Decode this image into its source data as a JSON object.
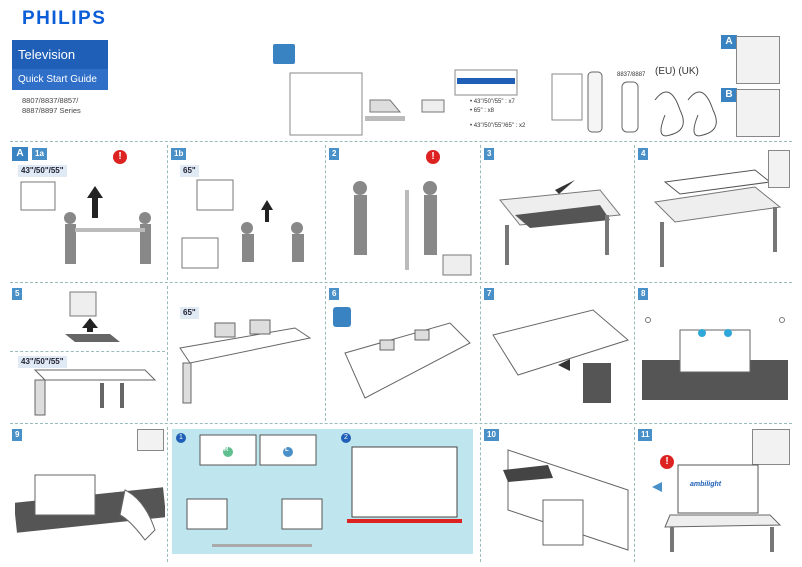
{
  "brand": {
    "logo": "PHILIPS",
    "product": "Television",
    "guide": "Quick Start Guide",
    "models": [
      "8807/8837/8857/",
      "8887/8897 Series"
    ]
  },
  "contents": {
    "screw_note_1": "• 43\"/50\"/55\" : x7",
    "screw_note_2": "• 65\" : x8",
    "screw_note_3": "• 43\"/50\"/55\"/65\" : x2",
    "remote_label": "8837/8887",
    "region": "(EU) (UK)"
  },
  "variants": {
    "a": "A",
    "b": "B"
  },
  "steps": {
    "a": "A",
    "s1a": "1a",
    "s1b": "1b",
    "s2": "2",
    "s3": "3",
    "s4": "4",
    "s5": "5",
    "s6": "6",
    "s7": "7",
    "s8": "8",
    "s9": "9",
    "s10": "10",
    "s11": "11",
    "c1": "1",
    "c2": "2"
  },
  "sizes": {
    "small": "43\"/50\"/55\"",
    "large": "65\""
  },
  "ambilight": {
    "text": "ambilight",
    "letters": [
      "R",
      "L"
    ]
  },
  "colors": {
    "brand_blue": "#1f5fb8",
    "step_blue": "#3a83c2",
    "warning": "#dd2222",
    "cyan_panel": "#bfe6ee"
  }
}
